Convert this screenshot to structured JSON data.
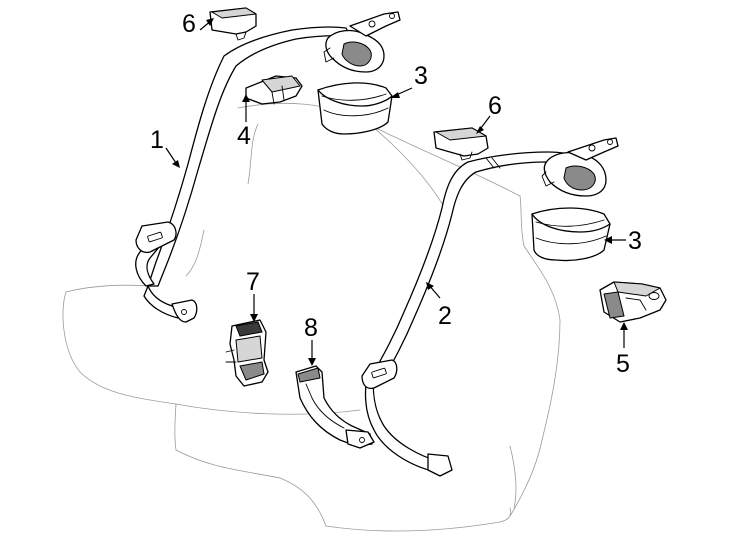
{
  "callouts": {
    "c1": "1",
    "c2": "2",
    "c3_left": "3",
    "c3_right": "3",
    "c4": "4",
    "c5": "5",
    "c6_left": "6",
    "c6_right": "6",
    "c7": "7",
    "c8": "8"
  }
}
